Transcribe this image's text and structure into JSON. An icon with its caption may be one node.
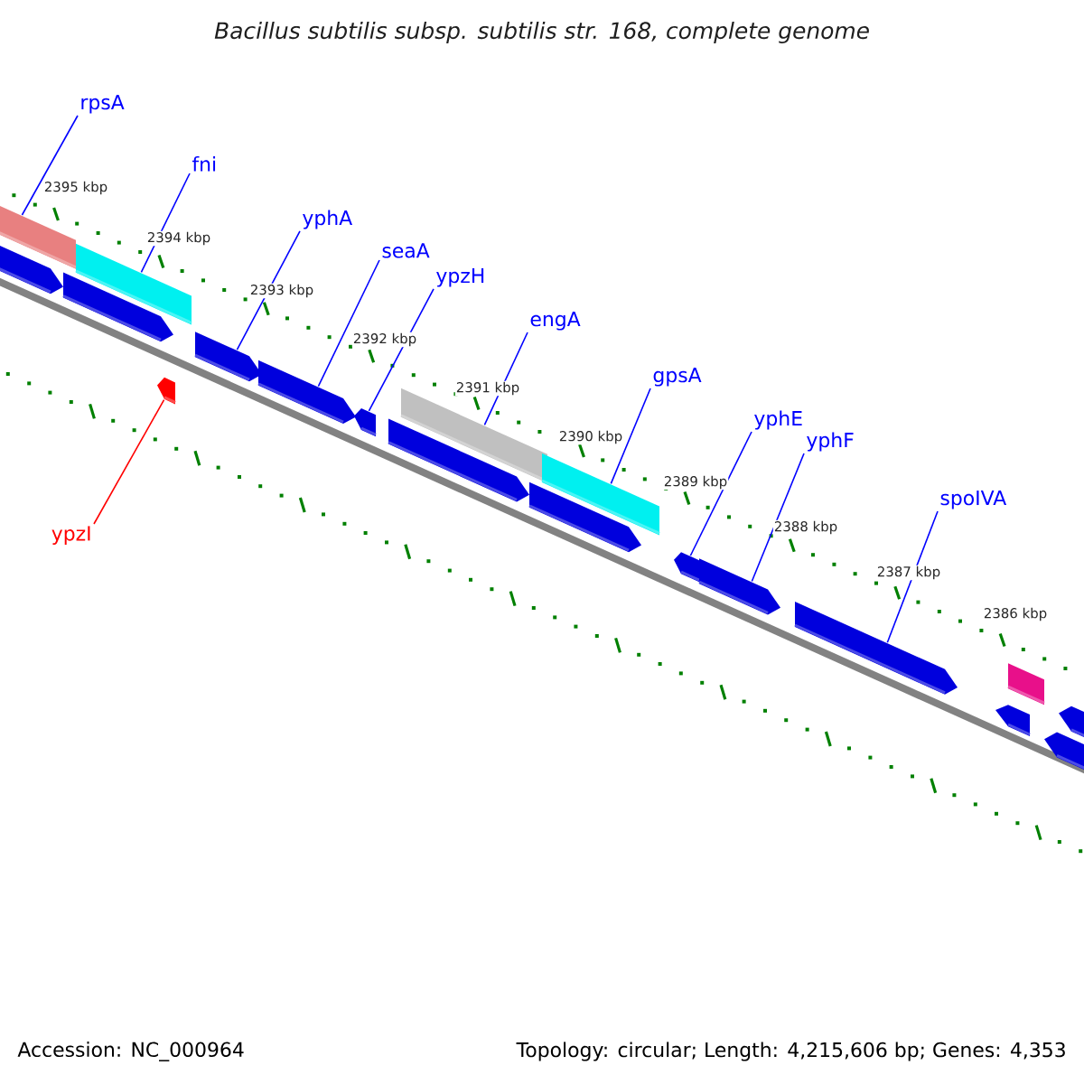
{
  "diagram": {
    "title": "Bacillus subtilis subsp. subtilis str. 168, complete genome",
    "nodes": [
      {
        "text": [
          "rpsA"
        ]
      },
      {
        "text": [
          "fni"
        ]
      },
      {
        "text": [
          "yphA"
        ]
      },
      {
        "text": [
          "seaA"
        ]
      },
      {
        "text": [
          "ypzH"
        ]
      },
      {
        "text": [
          "engA"
        ]
      },
      {
        "text": [
          "gpsA"
        ]
      },
      {
        "text": [
          "yphE"
        ]
      },
      {
        "text": [
          "yphF"
        ]
      },
      {
        "text": [
          "spoIVA"
        ]
      },
      {
        "text": [
          "ypzI"
        ]
      },
      {
        "text": [],
        "shape": "bar"
      },
      {
        "text": [],
        "shape": "arrow"
      },
      {
        "text": [],
        "shape": "arrow"
      },
      {
        "text": [],
        "shape": "bar"
      },
      {
        "text": [],
        "shape": "arrow"
      },
      {
        "text": [],
        "shape": "arrow"
      },
      {
        "text": [],
        "shape": "arrow"
      },
      {
        "text": [],
        "shape": "arrow"
      },
      {
        "text": [],
        "shape": "arrow"
      },
      {
        "text": [],
        "shape": "bar"
      },
      {
        "text": [],
        "shape": "arrow"
      },
      {
        "text": [],
        "shape": "bar"
      },
      {
        "text": [],
        "shape": "arrow"
      },
      {
        "text": [],
        "shape": "arrow"
      },
      {
        "text": [],
        "shape": "arrow"
      },
      {
        "text": [],
        "shape": "arrow"
      },
      {
        "text": [],
        "shape": "bar"
      },
      {
        "text": [],
        "shape": "arrow"
      },
      {
        "text": [],
        "shape": "arrow"
      }
    ],
    "edges": [
      {
        "from": 0,
        "to": 11,
        "arrow": "none"
      },
      {
        "from": 1,
        "to": 14,
        "arrow": "none"
      },
      {
        "from": 2,
        "to": 16,
        "arrow": "none"
      },
      {
        "from": 3,
        "to": 17,
        "arrow": "none"
      },
      {
        "from": 4,
        "to": 18,
        "arrow": "none"
      },
      {
        "from": 5,
        "to": 20,
        "arrow": "none"
      },
      {
        "from": 6,
        "to": 22,
        "arrow": "none"
      },
      {
        "from": 7,
        "to": 23,
        "arrow": "none"
      },
      {
        "from": 8,
        "to": 24,
        "arrow": "none"
      },
      {
        "from": 9,
        "to": 25,
        "arrow": "none"
      },
      {
        "from": 10,
        "to": 15,
        "arrow": "none",
        "color": "#ff0000"
      }
    ],
    "labels": [
      "2395 kbp",
      "2394 kbp",
      "2393 kbp",
      "2392 kbp",
      "2391 kbp",
      "2390 kbp",
      "2389 kbp",
      "2388 kbp",
      "2387 kbp",
      "2386 kbp",
      "Accession: NC_000964",
      "Topology: circular; Length: 4,215,606 bp; Genes: 4,353"
    ]
  }
}
